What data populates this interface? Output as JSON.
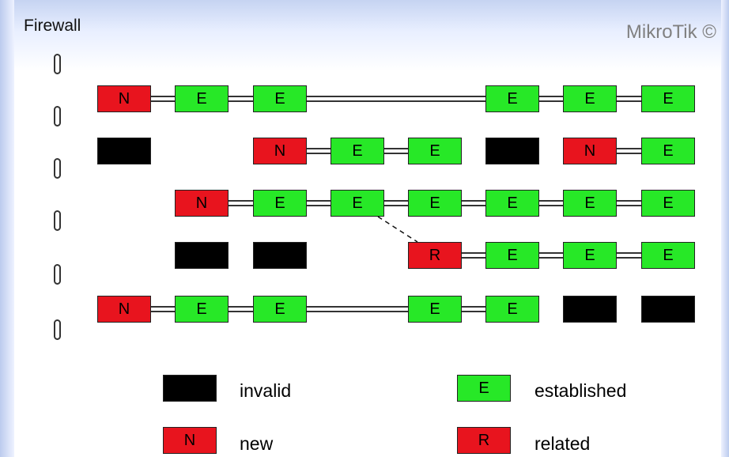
{
  "title": "Firewall",
  "brand": "MikroTik ©",
  "packet_labels": {
    "new": "N",
    "established": "E",
    "related": "R",
    "invalid": ""
  },
  "colors": {
    "new": "#e8141e",
    "related": "#e8141e",
    "established": "#27e827",
    "invalid": "#000000"
  },
  "legend": [
    {
      "state": "invalid",
      "label": "invalid"
    },
    {
      "state": "established",
      "label": "established"
    },
    {
      "state": "new",
      "label": "new"
    },
    {
      "state": "related",
      "label": "related"
    }
  ],
  "rows": [
    {
      "packets": [
        "N",
        "E",
        "E",
        "-",
        "-",
        "E",
        "E",
        "E"
      ]
    },
    {
      "packets": [
        "X",
        "-",
        "N",
        "E",
        "E",
        "X",
        "N",
        "E"
      ]
    },
    {
      "packets": [
        "-",
        "N",
        "E",
        "E",
        "E",
        "E",
        "E",
        "E"
      ]
    },
    {
      "packets": [
        "-",
        "X",
        "X",
        "-",
        "R",
        "E",
        "E",
        "E"
      ]
    },
    {
      "packets": [
        "N",
        "E",
        "E",
        "-",
        "E",
        "E",
        "X",
        "X"
      ]
    }
  ],
  "related_link": {
    "from": {
      "row": 2,
      "col": 3
    },
    "to": {
      "row": 3,
      "col": 4
    }
  }
}
